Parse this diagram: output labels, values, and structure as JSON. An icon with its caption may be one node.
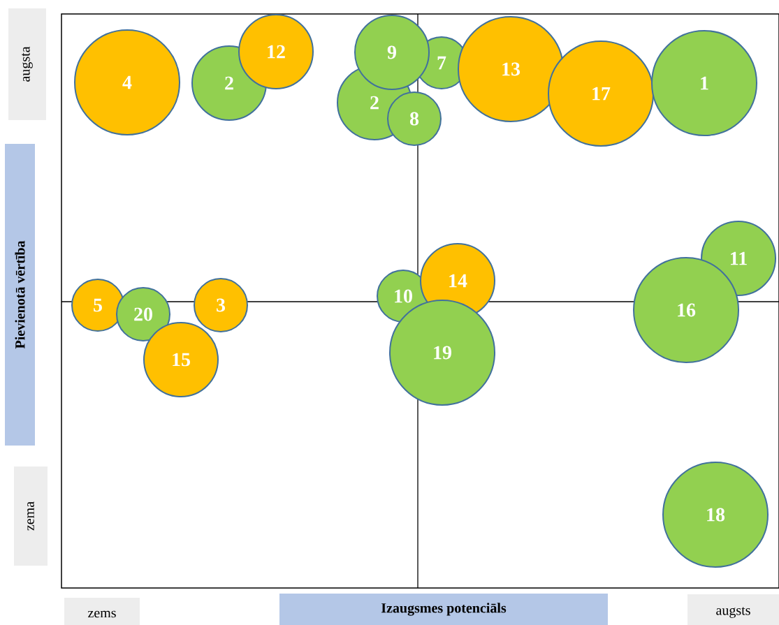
{
  "diagram": {
    "nodes": [
      {
        "text": [
          "augsta"
        ]
      },
      {
        "text": [
          "Pievienotā vērtība"
        ]
      },
      {
        "text": [
          "zema"
        ]
      },
      {
        "text": [
          "4"
        ]
      },
      {
        "text": [
          "2"
        ]
      },
      {
        "text": [
          "12"
        ]
      },
      {
        "text": [
          "9"
        ]
      },
      {
        "text": [
          "7"
        ]
      },
      {
        "text": [
          "13"
        ]
      },
      {
        "text": [
          "17"
        ]
      },
      {
        "text": [
          "1"
        ]
      },
      {
        "text": [
          "2"
        ]
      },
      {
        "text": [
          "8"
        ]
      },
      {
        "text": [
          "11"
        ]
      },
      {
        "text": [
          "14"
        ]
      },
      {
        "text": [
          "10"
        ]
      },
      {
        "text": [
          "5"
        ]
      },
      {
        "text": [
          "3"
        ]
      },
      {
        "text": [
          "20"
        ]
      },
      {
        "text": [
          "16"
        ]
      },
      {
        "text": [
          "19"
        ]
      },
      {
        "text": [
          "15"
        ]
      },
      {
        "text": [
          "18"
        ]
      },
      {
        "text": [
          "zems"
        ]
      },
      {
        "text": [
          "Izaugsmes potenciāls"
        ]
      },
      {
        "text": [
          "augsts"
        ]
      }
    ]
  }
}
